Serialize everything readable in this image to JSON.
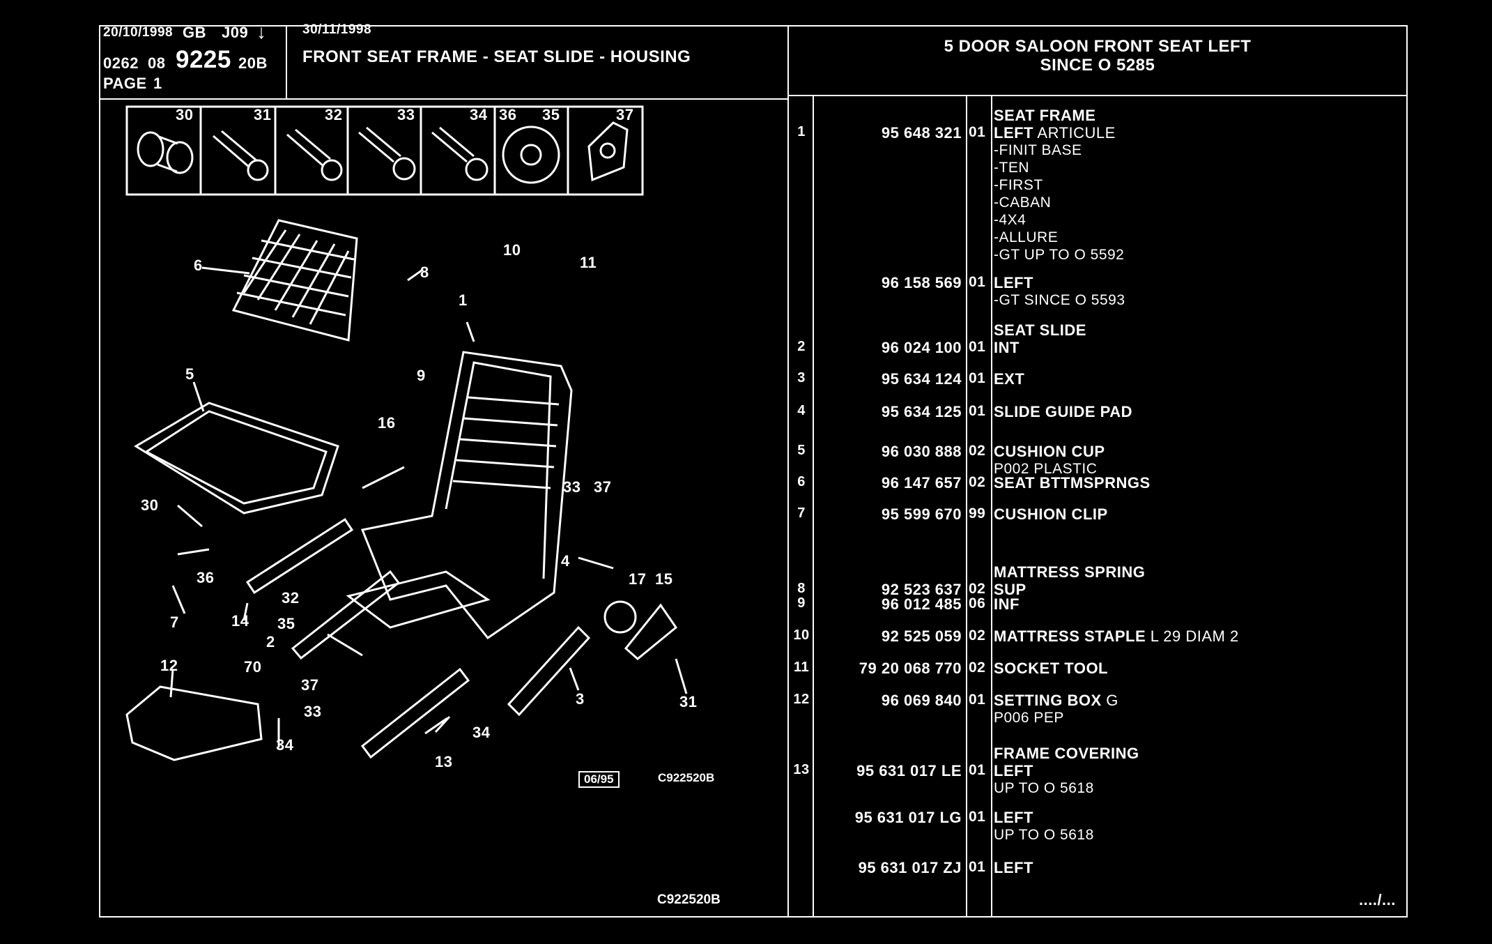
{
  "header": {
    "date1": "20/10/1998",
    "region": "GB",
    "code": "J09",
    "arrow_icon": "down-arrow-icon",
    "line2_a": "0262",
    "line2_b": "08",
    "plate": "9225",
    "line2_c": "20B",
    "page_label": "PAGE",
    "page_no": "1",
    "date2": "30/11/1998",
    "title": "FRONT SEAT FRAME - SEAT SLIDE - HOUSING",
    "right_title_1": "5 DOOR SALOON FRONT SEAT LEFT",
    "right_title_2": "SINCE O  5285"
  },
  "drawing": {
    "small_parts": [
      "30",
      "31",
      "32",
      "33",
      "34",
      "36",
      "35",
      "37"
    ],
    "callouts": [
      "1",
      "2",
      "3",
      "4",
      "5",
      "6",
      "7",
      "8",
      "9",
      "10",
      "11",
      "12",
      "13",
      "14",
      "15",
      "16",
      "17",
      "30",
      "31",
      "32",
      "33",
      "33",
      "34",
      "34",
      "35",
      "36",
      "37",
      "37",
      "70"
    ],
    "stamp": "06/95",
    "ref_code": "C922520B",
    "bottom_ref": "C922520B"
  },
  "parts": [
    {
      "no": "1",
      "part": "95 648 321",
      "qty": "01",
      "heading": "SEAT FRAME",
      "desc": "LEFT",
      "desc_sub": "ARTICULE",
      "lines": [
        "-FINIT BASE",
        "-TEN",
        "-FIRST",
        "-CABAN",
        "-4X4",
        "-ALLURE",
        "-GT UP TO  O  5592"
      ]
    },
    {
      "no": "",
      "part": "96 158 569",
      "qty": "01",
      "desc": "LEFT",
      "lines": [
        "-GT SINCE  O  5593"
      ]
    },
    {
      "no": "2",
      "part": "96 024 100",
      "qty": "01",
      "heading": "SEAT SLIDE",
      "desc": "INT"
    },
    {
      "no": "3",
      "part": "95 634 124",
      "qty": "01",
      "desc": "EXT"
    },
    {
      "no": "4",
      "part": "95 634 125",
      "qty": "01",
      "desc": "SLIDE GUIDE PAD"
    },
    {
      "no": "5",
      "part": "96 030 888",
      "qty": "02",
      "desc": "CUSHION CUP",
      "lines": [
        "P002 PLASTIC"
      ]
    },
    {
      "no": "6",
      "part": "96 147 657",
      "qty": "02",
      "desc": "SEAT BTTMSPRNGS"
    },
    {
      "no": "7",
      "part": "95 599 670",
      "qty": "99",
      "desc": "CUSHION CLIP"
    },
    {
      "no": "8",
      "part": "92 523 637",
      "qty": "02",
      "heading": "MATTRESS SPRING",
      "desc": "SUP"
    },
    {
      "no": "9",
      "part": "96 012 485",
      "qty": "06",
      "desc": "INF"
    },
    {
      "no": "10",
      "part": "92 525 059",
      "qty": "02",
      "desc": "MATTRESS STAPLE",
      "desc_sub": "L 29 DIAM 2"
    },
    {
      "no": "11",
      "part": "79 20 068 770",
      "qty": "02",
      "desc": "SOCKET TOOL"
    },
    {
      "no": "12",
      "part": "96 069 840",
      "qty": "01",
      "desc": "SETTING BOX",
      "desc_sub": "G",
      "lines": [
        "P006 PEP"
      ]
    },
    {
      "no": "13",
      "part": "95 631 017 LE",
      "qty": "01",
      "heading": "FRAME COVERING",
      "desc": "LEFT",
      "lines": [
        "UP TO  O  5618"
      ]
    },
    {
      "no": "",
      "part": "95 631 017 LG",
      "qty": "01",
      "desc": "LEFT",
      "lines": [
        "UP TO  O  5618"
      ]
    },
    {
      "no": "",
      "part": "95 631 017 ZJ",
      "qty": "01",
      "desc": "LEFT"
    }
  ],
  "continued": "..../...",
  "colors": {
    "background": "#000000",
    "ink": "#ffffff"
  }
}
